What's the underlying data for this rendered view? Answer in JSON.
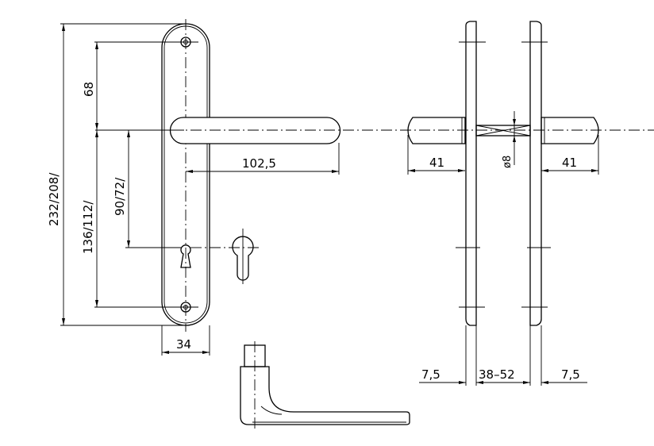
{
  "drawing": {
    "colors": {
      "line": "#000000",
      "background": "#ffffff"
    },
    "front_view": {
      "overall_height": "232/208/",
      "screw_to_handle": "68",
      "handle_to_lower_screw": "136/112/",
      "handle_to_keyhole": "90/72/",
      "handle_length": "102,5",
      "plate_width": "34"
    },
    "side_view": {
      "left_handle_length": "41",
      "right_handle_length": "41",
      "spindle": "ø8",
      "left_plate_thickness": "7,5",
      "door_thickness": "38–52",
      "right_plate_thickness": "7,5"
    }
  }
}
